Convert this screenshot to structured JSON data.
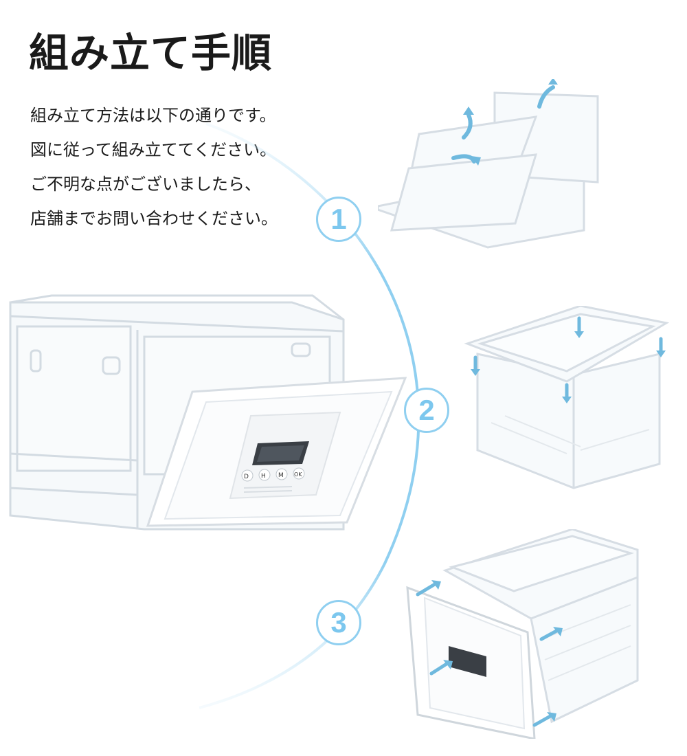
{
  "title": "組み立て手順",
  "description": [
    "組み立て方法は以下の通りです。",
    "図に従って組み立ててください。",
    "ご不明な点がございましたら、",
    "店舗までお問い合わせください。"
  ],
  "steps": [
    "1",
    "2",
    "3"
  ],
  "keypad": {
    "d": "D",
    "h": "H",
    "m": "M",
    "ok": "OK"
  },
  "colors": {
    "accent": "#8fcff0",
    "arrow": "#6fb9de",
    "box_edge": "#d6dde4"
  }
}
